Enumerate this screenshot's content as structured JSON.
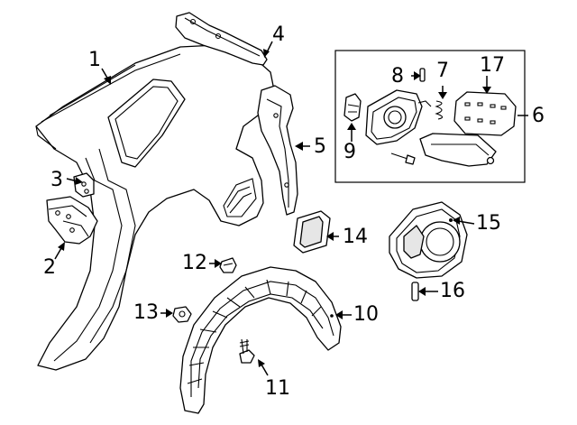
{
  "callouts": [
    {
      "id": "callout-1",
      "text": "1"
    },
    {
      "id": "callout-2",
      "text": "2"
    },
    {
      "id": "callout-3",
      "text": "3"
    },
    {
      "id": "callout-4",
      "text": "4"
    },
    {
      "id": "callout-5",
      "text": "5"
    },
    {
      "id": "callout-6",
      "text": "6"
    },
    {
      "id": "callout-7",
      "text": "7"
    },
    {
      "id": "callout-8",
      "text": "8"
    },
    {
      "id": "callout-9",
      "text": "9"
    },
    {
      "id": "callout-10",
      "text": "10"
    },
    {
      "id": "callout-11",
      "text": "11"
    },
    {
      "id": "callout-12",
      "text": "12"
    },
    {
      "id": "callout-13",
      "text": "13"
    },
    {
      "id": "callout-14",
      "text": "14"
    },
    {
      "id": "callout-15",
      "text": "15"
    },
    {
      "id": "callout-16",
      "text": "16"
    },
    {
      "id": "callout-17",
      "text": "17"
    }
  ]
}
